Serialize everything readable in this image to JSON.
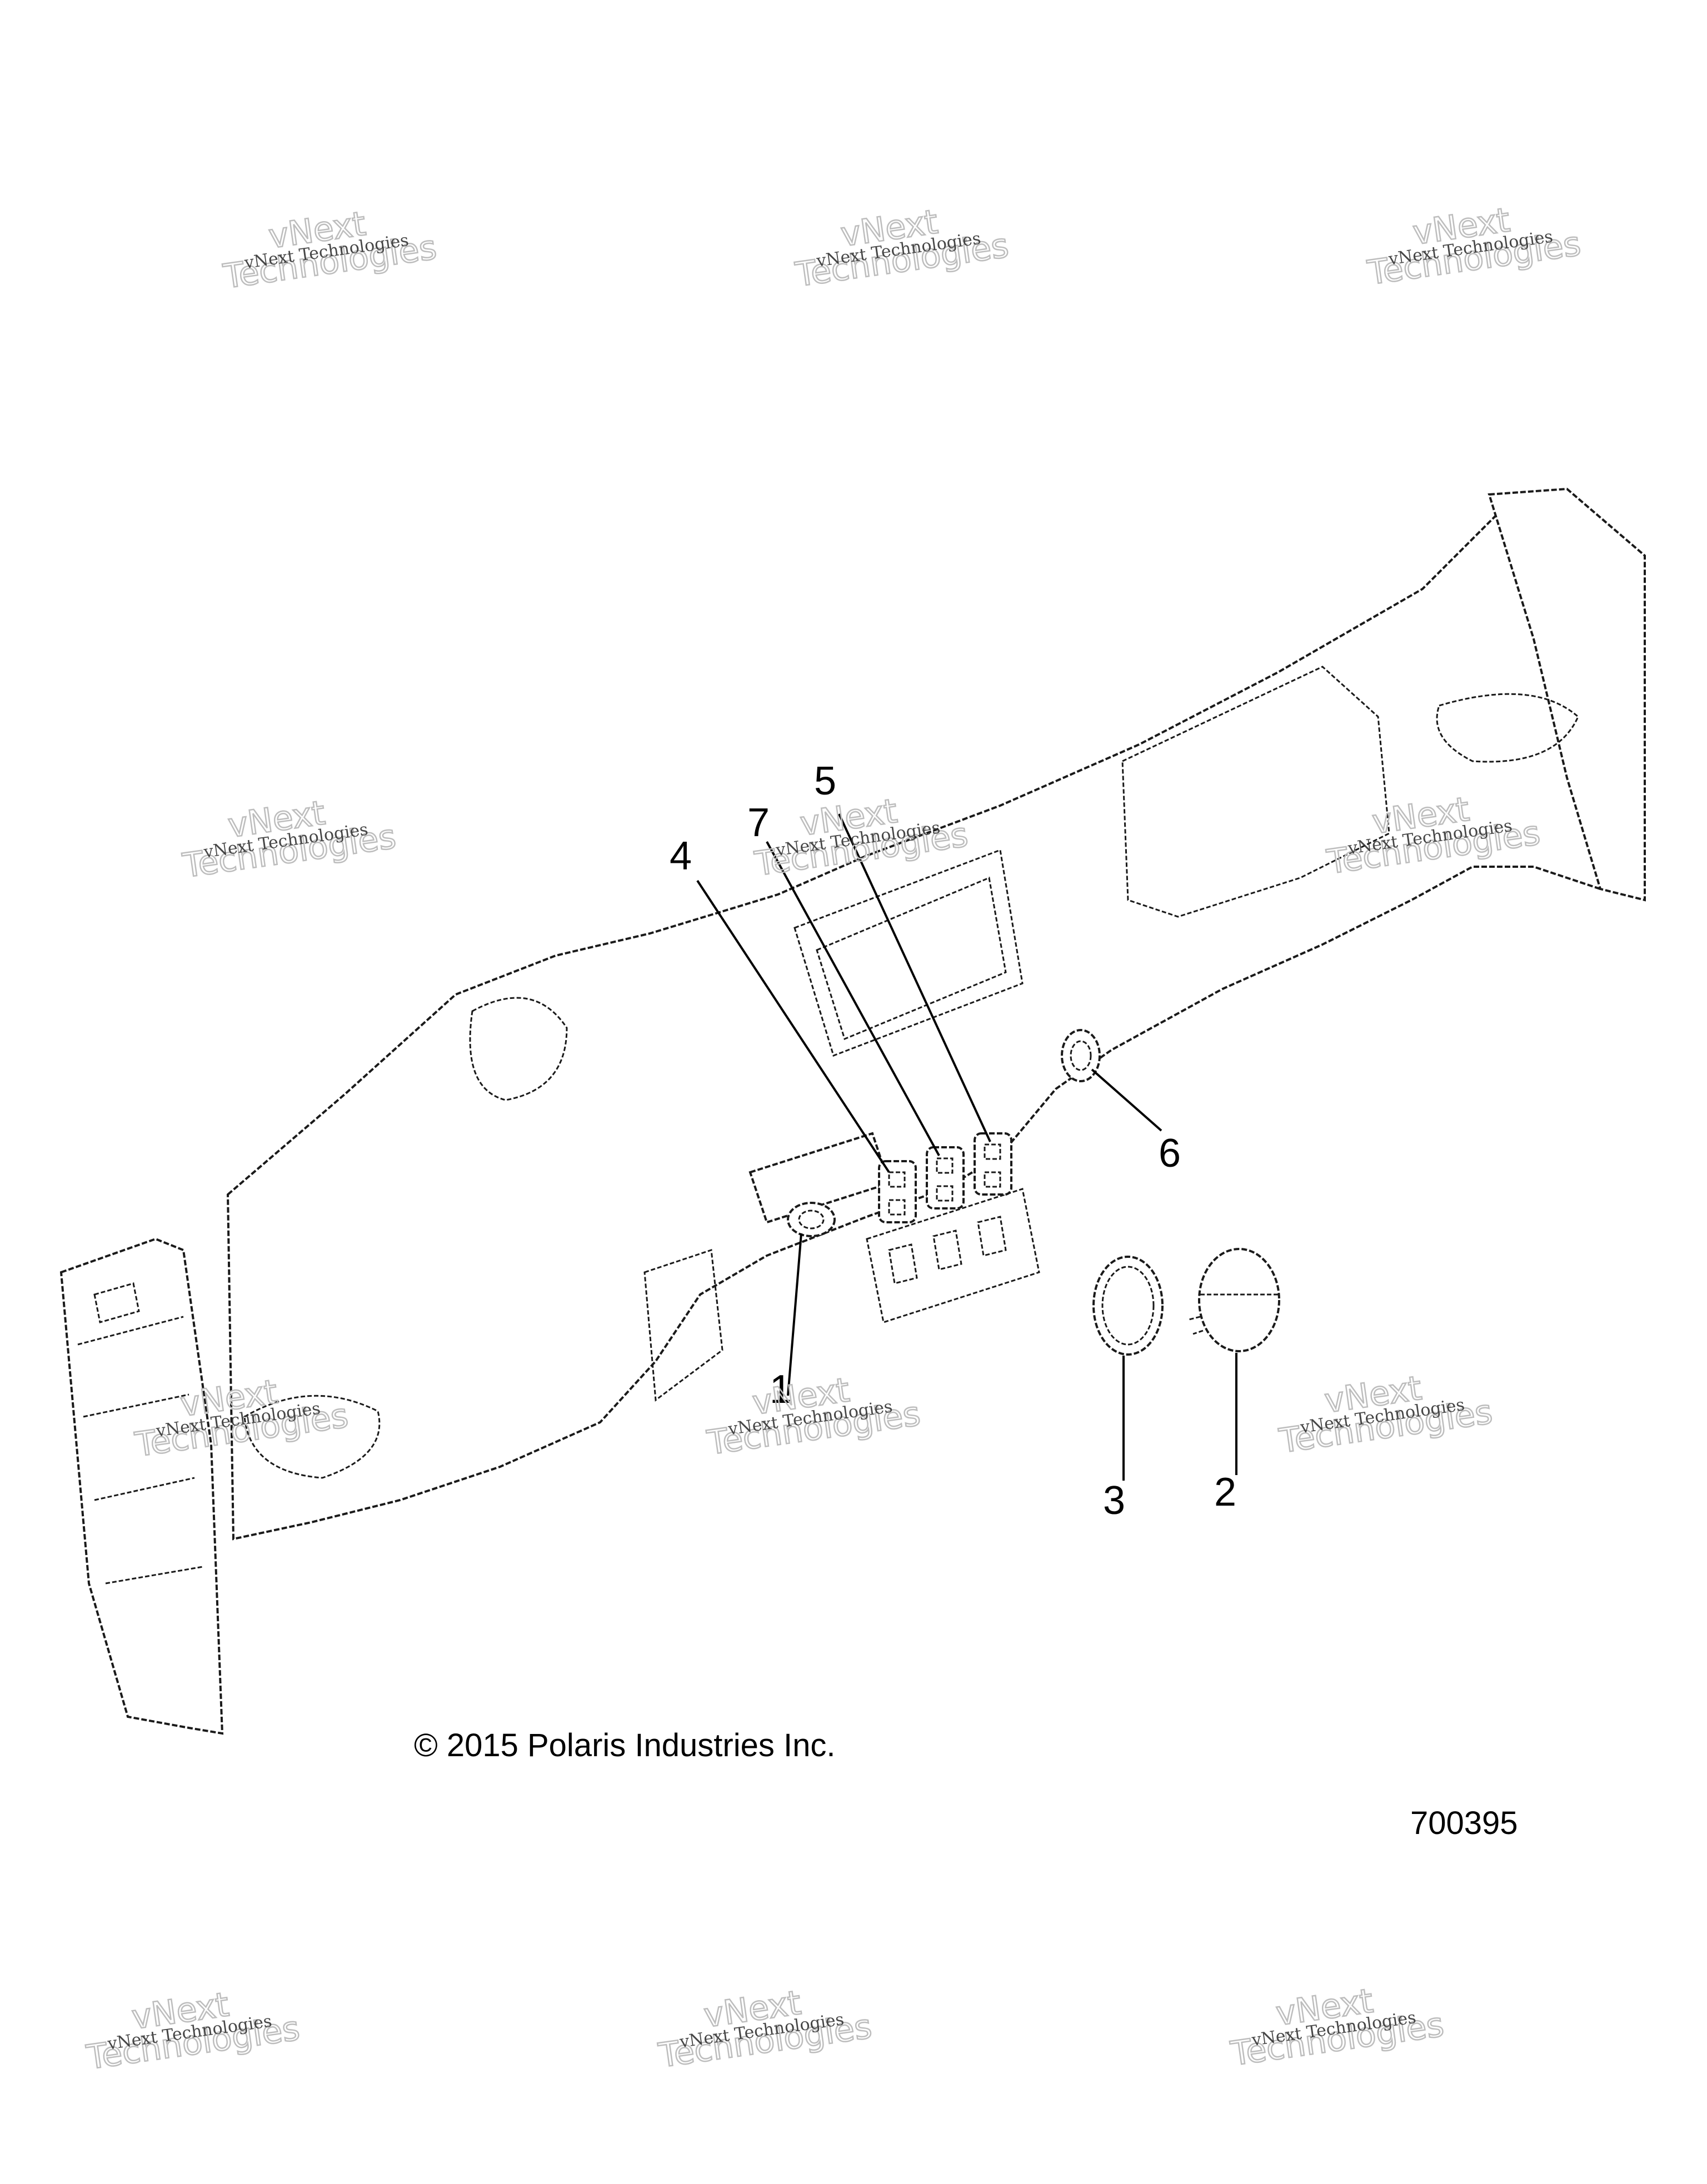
{
  "callouts": [
    {
      "id": "1",
      "label": "1"
    },
    {
      "id": "2",
      "label": "2"
    },
    {
      "id": "3",
      "label": "3"
    },
    {
      "id": "4",
      "label": "4"
    },
    {
      "id": "5",
      "label": "5"
    },
    {
      "id": "6",
      "label": "6"
    },
    {
      "id": "7",
      "label": "7"
    }
  ],
  "copyright": "© 2015 Polaris Industries Inc.",
  "drawing_number": "700395",
  "watermark": {
    "line1": "vNext Technologies",
    "line2a": "vNext",
    "line2b": "Technologies"
  }
}
